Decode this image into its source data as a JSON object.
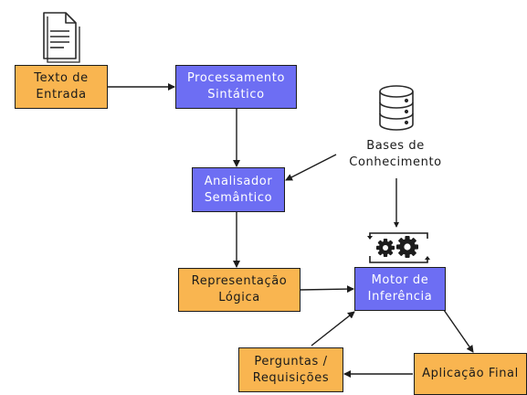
{
  "nodes": {
    "texto_entrada": "Texto de\nEntrada",
    "processamento": "Processamento\nSintático",
    "analisador": "Analisador\nSemântico",
    "representacao": "Representação\nLógica",
    "motor": "Motor de\nInferência",
    "perguntas": "Perguntas /\nRequisições",
    "aplicacao": "Aplicação Final",
    "bases": "Bases de\nConhecimento"
  },
  "icons": {
    "document": "document-icon",
    "database": "database-icon",
    "gears": "gears-icon"
  },
  "colors": {
    "orange": "#f9b550",
    "blue": "#6d6ef3",
    "stroke": "#1c1c1c"
  }
}
